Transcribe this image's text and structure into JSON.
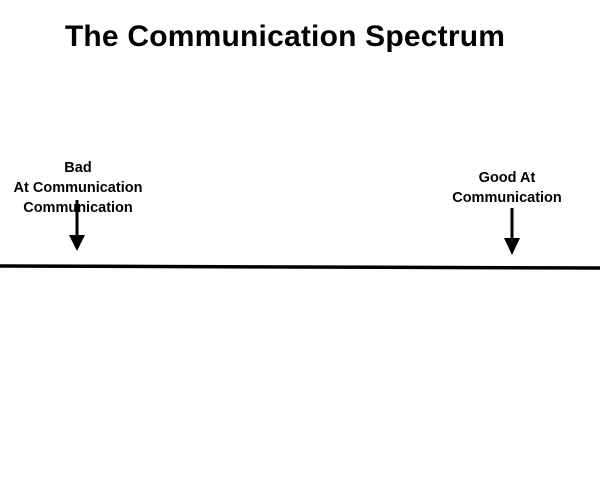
{
  "title": "The Communication Spectrum",
  "left_label": {
    "lines": [
      "Bad",
      "At Communication",
      "Communication"
    ]
  },
  "right_label": {
    "lines": [
      "Good At",
      "Communication"
    ]
  },
  "colors": {
    "background": "#ffffff",
    "ink": "#000000"
  }
}
